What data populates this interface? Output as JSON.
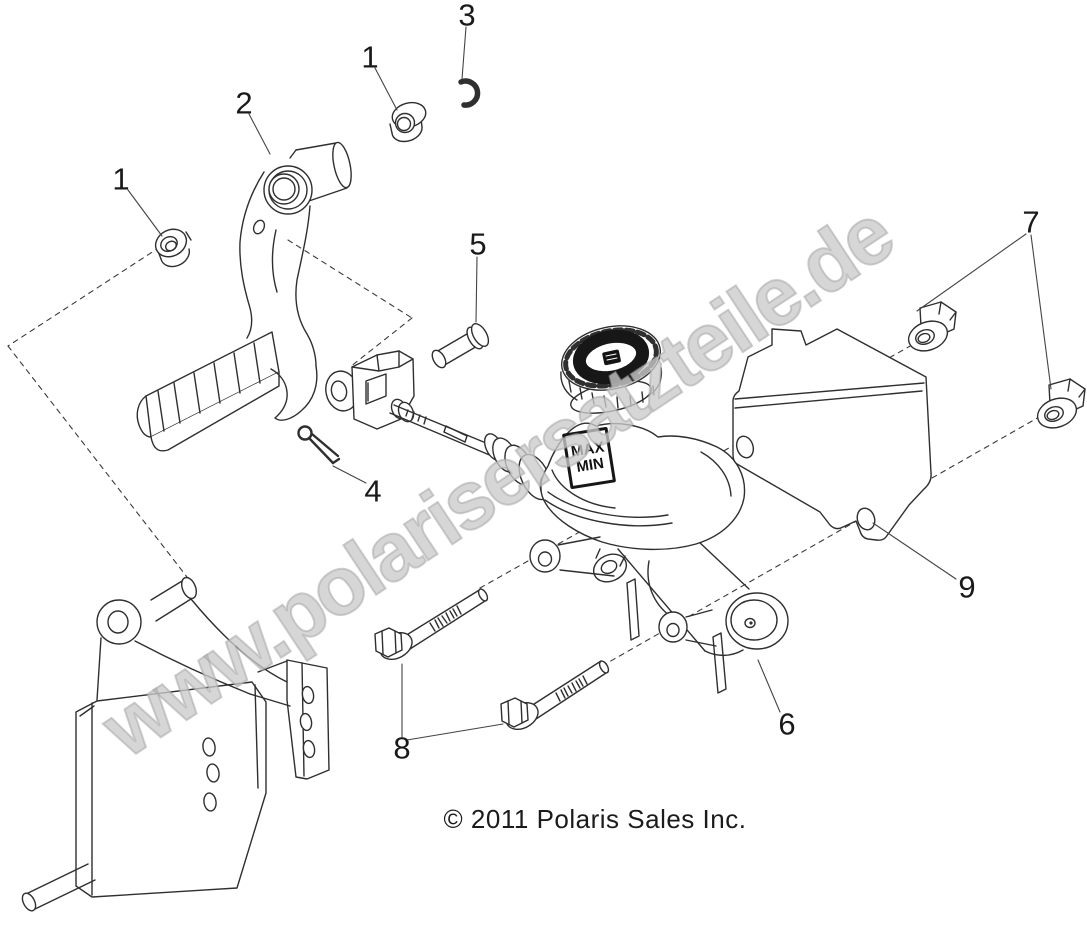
{
  "diagram": {
    "background_color": "#ffffff",
    "line_color": "#2f2f2f",
    "watermark": {
      "text": "www.polarisersatzteile.de",
      "color": "#cbcbcb"
    },
    "copyright": "© 2011 Polaris Sales Inc.",
    "reservoir_label": {
      "max": "MAX",
      "min": "MIN"
    },
    "callouts": {
      "bushing_left": "1",
      "pedal_lever": "2",
      "bushing_top": "1",
      "e_clip": "3",
      "cotter_pin": "4",
      "clevis_pin": "5",
      "master_cylinder": "6",
      "flange_nut": "7",
      "mount_bolt": "8",
      "mount_plate": "9"
    }
  }
}
